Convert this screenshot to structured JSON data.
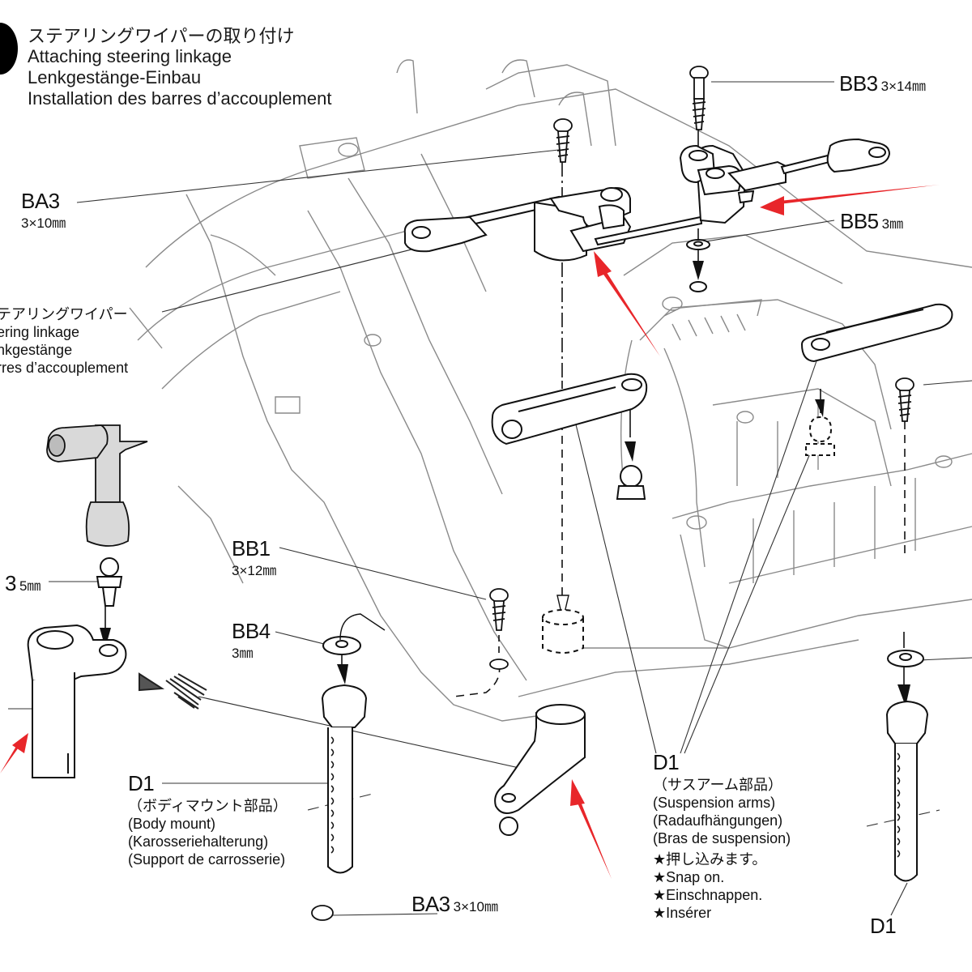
{
  "header": {
    "title_ja": "ステアリングワイパーの取り付け",
    "title_en": "Attaching steering linkage",
    "title_de": "Lenkgestänge-Einbau",
    "title_fr": "Installation des barres d’accouplement"
  },
  "parts": {
    "bb3": {
      "code": "BB3",
      "size": "3×14㎜"
    },
    "ba3_left": {
      "code": "BA3",
      "size": "3×10㎜"
    },
    "bb5": {
      "code": "BB5",
      "size": "3㎜"
    },
    "bb1": {
      "code": "BB1",
      "size": "3×12㎜"
    },
    "bb4": {
      "code": "BB4",
      "size": "3㎜"
    },
    "ba3_bottom": {
      "code": "BA3",
      "size": "3×10㎜"
    },
    "ball_left": {
      "code": "3",
      "size": "5㎜"
    }
  },
  "labels": {
    "linkage": {
      "ja": "テアリングワイパー",
      "en": "ering linkage",
      "de": "nkgestänge",
      "fr": "rres d’accouplement"
    },
    "body_mount": {
      "code": "D1",
      "ja": "（ボディマウント部品）",
      "en": "(Body mount)",
      "de": "(Karosseriehalterung)",
      "fr": "(Support de carrosserie)"
    },
    "suspension_arms": {
      "code": "D1",
      "ja": "（サスアーム部品）",
      "en": "(Suspension arms)",
      "de": "(Radaufhängungen)",
      "fr": "(Bras de suspension)",
      "note_ja": "★押し込みます。",
      "note_en": "★Snap on.",
      "note_de": "★Einschnappen.",
      "note_fr": "★Insérer"
    },
    "right_cut_code": "D1"
  },
  "icons": {
    "step_badge": "step-number-badge",
    "tool": "box-wrench-icon",
    "annotation_arrows": "red-pointer-arrow"
  },
  "colors": {
    "line": "#1a1a1a",
    "faint_line": "#8a8a8a",
    "annotation_red": "#e8262a",
    "tool_fill": "#d9d9d9"
  }
}
